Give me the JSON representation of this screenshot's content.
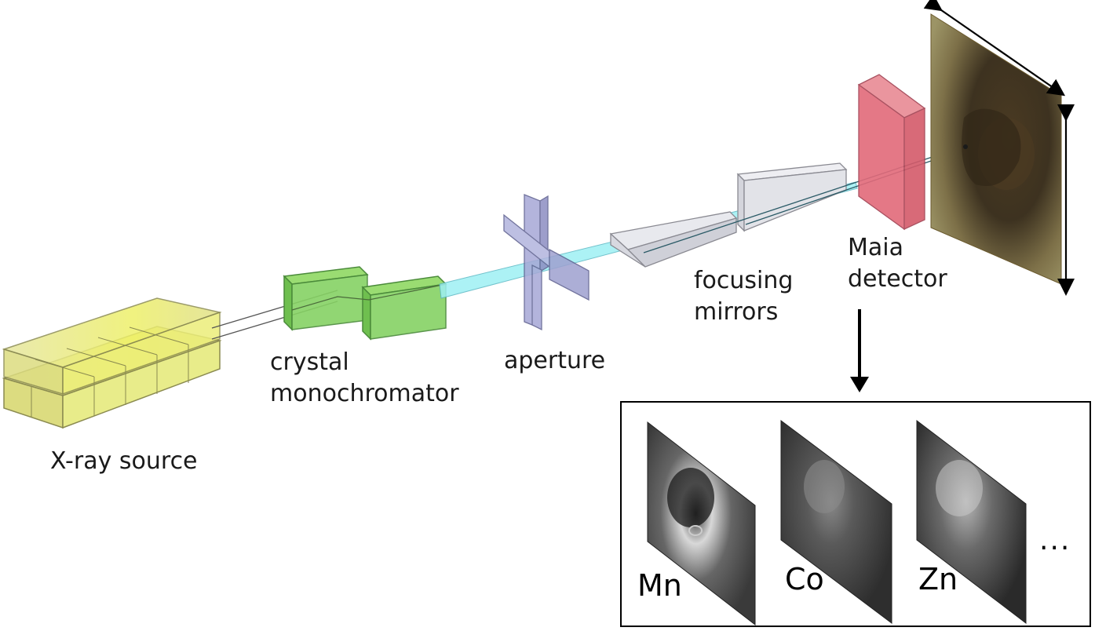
{
  "labels": {
    "xray_source": "X-ray source",
    "crystal_line1": "crystal",
    "crystal_line2": "monochromator",
    "aperture": "aperture",
    "focusing_line1": "focusing",
    "focusing_line2": "mirrors",
    "maia_line1": "Maia",
    "maia_line2": "detector"
  },
  "element_maps": [
    {
      "symbol": "Mn"
    },
    {
      "symbol": "Co"
    },
    {
      "symbol": "Zn"
    }
  ],
  "more_indicator": "...",
  "colors": {
    "source": "#d9d96a",
    "monochromator": "#7fcf5a",
    "beam": "#8fe8ee",
    "aperture": "#9a9ccc",
    "mirrors": "#dfe0e6",
    "detector": "#e26a7a",
    "painting": "#6b5a2e"
  }
}
